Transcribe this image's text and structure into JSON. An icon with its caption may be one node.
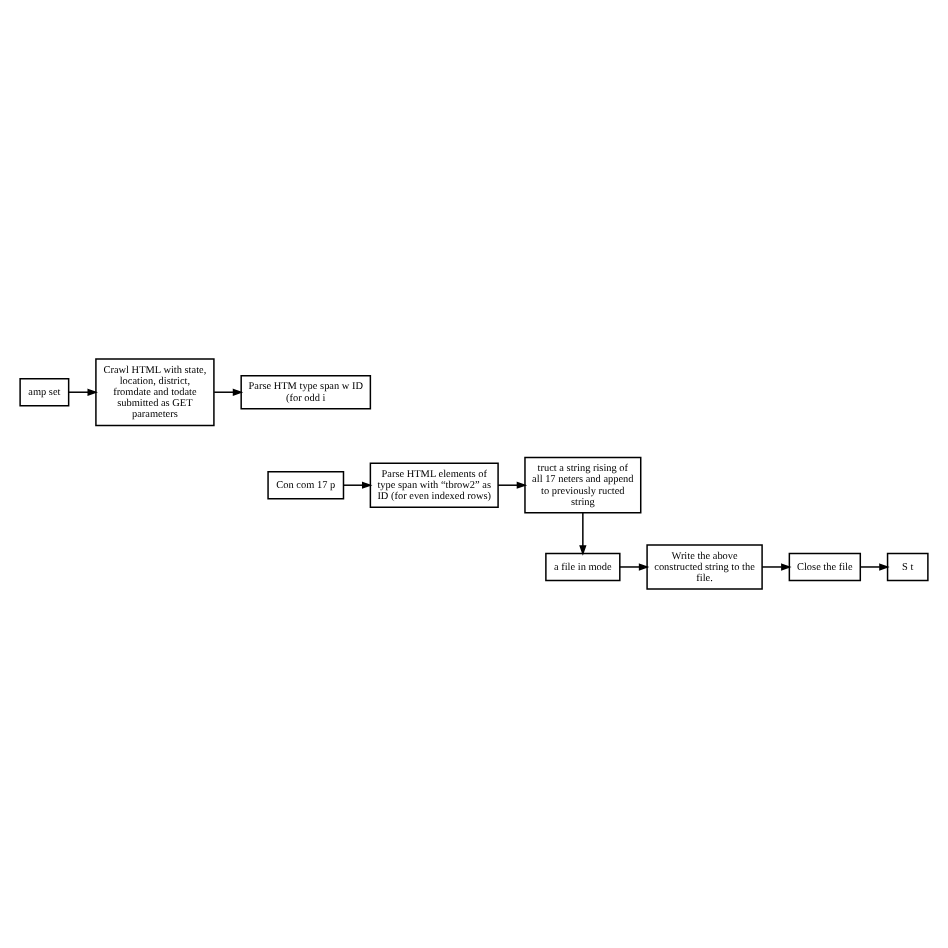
{
  "diagram": {
    "nodes": [
      {
        "text": [
          "amp set"
        ]
      },
      {
        "text": [
          "Crawl HTML with state, location, district, fromdate and todate submitted as GET parameters"
        ]
      },
      {
        "text": [
          "Parse HTM type span w ID (for odd i"
        ]
      },
      {
        "text": [
          "Con com 17 p"
        ]
      },
      {
        "text": [
          "Parse HTML elements of type span with “tbrow2” as ID (for even indexed rows)"
        ]
      },
      {
        "text": [
          "truct a string rising of all 17 neters and append to previously ructed string"
        ]
      },
      {
        "text": [
          "a file in mode"
        ]
      },
      {
        "text": [
          "Write the above constructed string to the file."
        ]
      },
      {
        "text": [
          "Close the file"
        ]
      },
      {
        "text": [
          "S t"
        ]
      }
    ],
    "edges": [
      {
        "from": 0,
        "to": 1,
        "arrow": "to"
      },
      {
        "from": 1,
        "to": 2,
        "arrow": "to"
      },
      {
        "from": 3,
        "to": 4,
        "arrow": "to"
      },
      {
        "from": 4,
        "to": 5,
        "arrow": "to"
      },
      {
        "from": 5,
        "to": 6,
        "arrow": "to"
      },
      {
        "from": 6,
        "to": 7,
        "arrow": "to"
      },
      {
        "from": 7,
        "to": 8,
        "arrow": "to"
      },
      {
        "from": 8,
        "to": 9,
        "arrow": "to"
      }
    ]
  }
}
